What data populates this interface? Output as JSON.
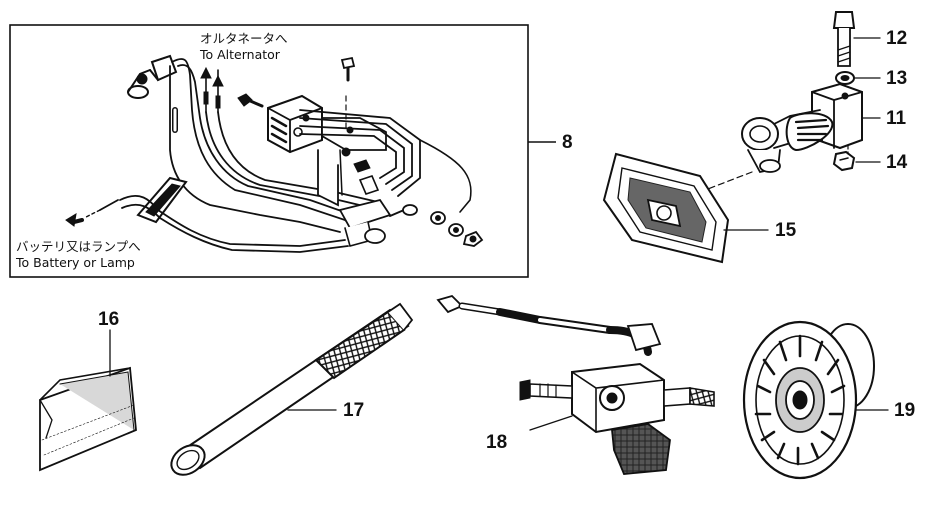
{
  "notes": {
    "alternator_jp": "オルタネータへ",
    "alternator_en": "To Alternator",
    "battery_jp": "バッテリ又はランプへ",
    "battery_en": "To Battery or Lamp"
  },
  "callouts": {
    "part_8": "8",
    "part_11": "11",
    "part_12": "12",
    "part_13": "13",
    "part_14": "14",
    "part_15": "15",
    "part_16": "16",
    "part_17": "17",
    "part_18": "18",
    "part_19": "19"
  }
}
